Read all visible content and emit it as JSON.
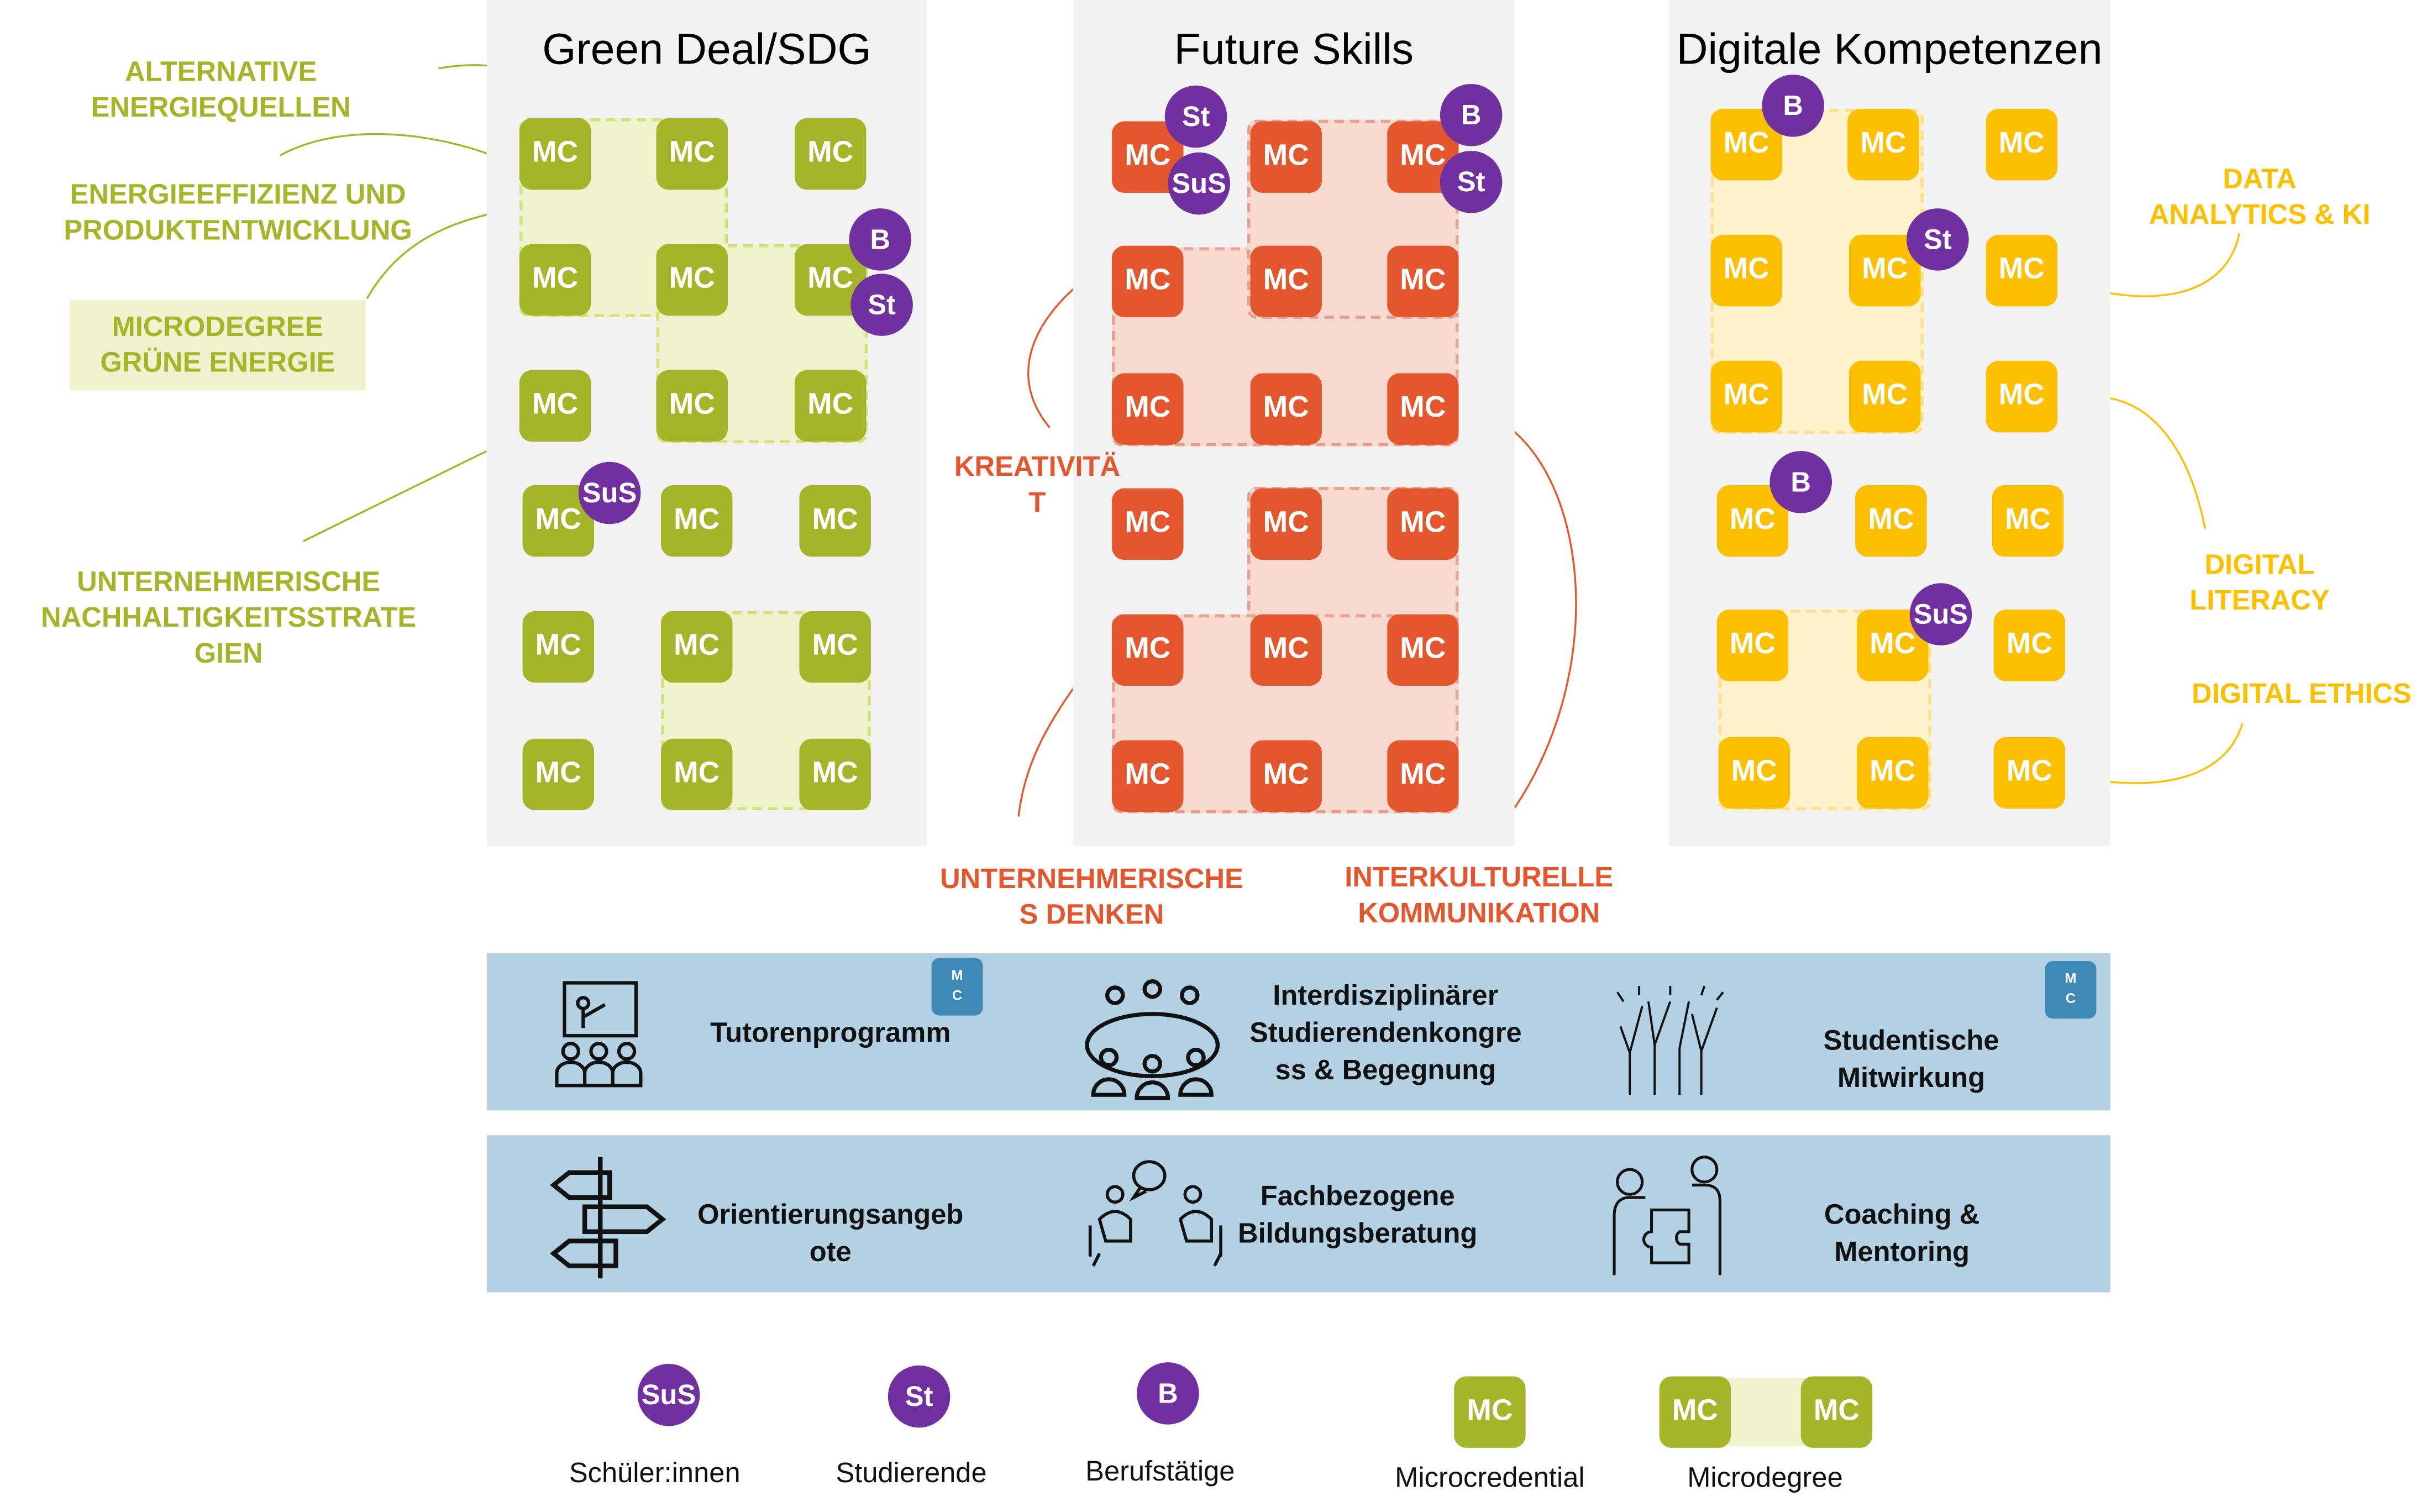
{
  "colors": {
    "green": "#a5b52a",
    "green_light": "#eef3cd",
    "orange": "#e4572e",
    "orange_light": "#f8d9d0",
    "yellow": "#fcc000",
    "yellow_light": "#fdf2cc",
    "purple": "#7030a0",
    "band": "#b3d1e3",
    "mc_tag": "#3e89b6"
  },
  "mc_label": "MC",
  "panels": [
    {
      "title": "Green Deal/SDG",
      "badges": [
        "B",
        "St",
        "SuS"
      ]
    },
    {
      "title": "Future Skills",
      "badges": [
        "St",
        "SuS",
        "B",
        "St"
      ]
    },
    {
      "title": "Digitale Kompetenzen",
      "badges": [
        "B",
        "St",
        "B",
        "SuS"
      ]
    }
  ],
  "labels": {
    "green": [
      "ALTERNATIVE\nENERGIEQUELLEN",
      "ENERGIEEFFIZIENZ UND\nPRODUKTENTWICKLUNG",
      "MICRODEGREE\nGRÜNE ENERGIE",
      "UNTERNEHMERISCHE\nNACHHALTIGKEITSSTRATE\nGIEN"
    ],
    "orange": [
      "KREATIVITÄ\nT",
      "UNTERNEHMERISCHE\nS DENKEN",
      "INTERKULTURELLE\nKOMMUNIKATION"
    ],
    "yellow": [
      "DATA\nANALYTICS & KI",
      "DIGITAL\nLITERACY",
      "DIGITAL ETHICS"
    ]
  },
  "bands": [
    {
      "items": [
        {
          "label": "Tutorenprogramm",
          "icon": "presentation-group-icon"
        },
        {
          "label": "Interdisziplinärer\nStudierendenkongre\nss & Begegnung",
          "icon": "round-table-meeting-icon"
        },
        {
          "label": "Studentische\nMitwirkung",
          "icon": "raised-hands-icon"
        }
      ],
      "tags": [
        "M\nC",
        "M\nC"
      ]
    },
    {
      "items": [
        {
          "label": "Orientierungsangeb\note",
          "icon": "signpost-icon"
        },
        {
          "label": "Fachbezogene\nBildungsberatung",
          "icon": "consultation-chat-icon"
        },
        {
          "label": "Coaching &\nMentoring",
          "icon": "puzzle-partners-icon"
        }
      ]
    }
  ],
  "legend": {
    "sus": {
      "badge": "SuS",
      "label": "Schüler:innen"
    },
    "st": {
      "badge": "St",
      "label": "Studierende"
    },
    "b": {
      "badge": "B",
      "label": "Berufstätige"
    },
    "mc": {
      "badge": "MC",
      "label": "Microcredential"
    },
    "md": {
      "badge": "MC",
      "label": "Microdegree"
    }
  }
}
